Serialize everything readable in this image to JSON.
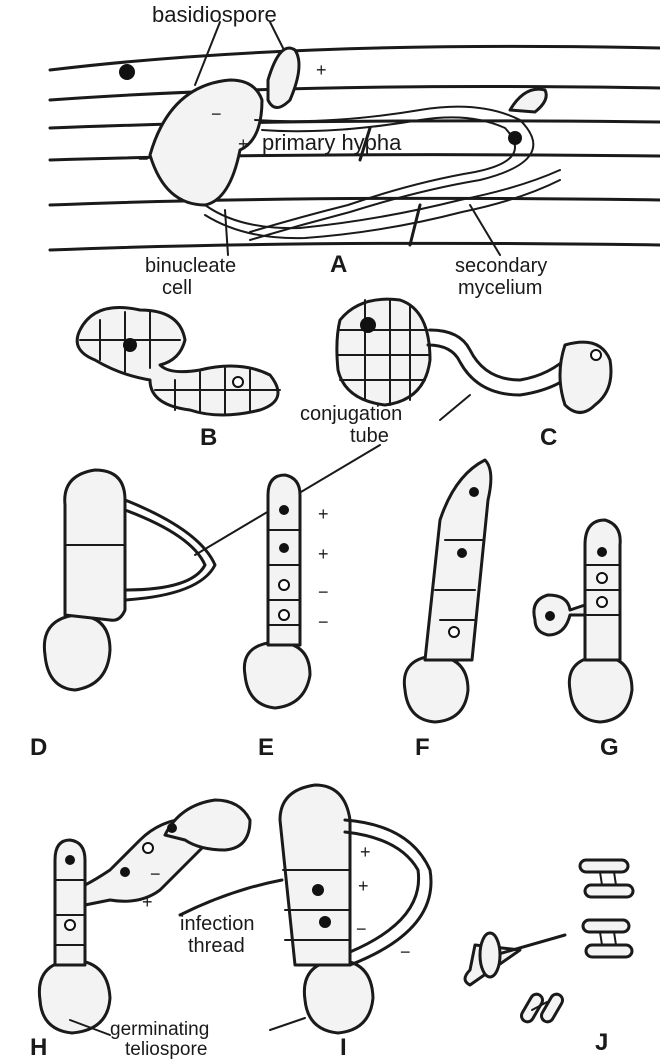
{
  "labels": {
    "basidiospore": "basidiospore",
    "primary_hypha": "primary hypha",
    "binucleate_cell": [
      "binucleate",
      "cell"
    ],
    "secondary_mycelium": [
      "secondary",
      "mycelium"
    ],
    "conjugation_tube": [
      "conjugation",
      "tube"
    ],
    "infection_thread": [
      "infection",
      "thread"
    ],
    "germinating_teliospore": [
      "germinating",
      "teliospore"
    ]
  },
  "panels": [
    "A",
    "B",
    "C",
    "D",
    "E",
    "F",
    "G",
    "H",
    "I",
    "J"
  ],
  "signs": {
    "plus": "+",
    "minus": "−"
  }
}
